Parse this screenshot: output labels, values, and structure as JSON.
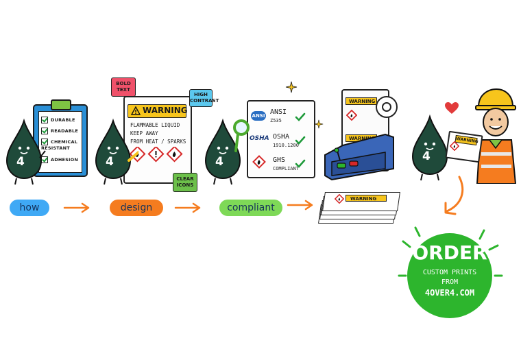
{
  "steps": {
    "how": {
      "label": "how",
      "color": "#3fa9f5"
    },
    "design": {
      "label": "design",
      "color": "#f57c1f"
    },
    "compliant": {
      "label": "compliant",
      "color": "#7ed957"
    }
  },
  "mascot": {
    "number": "4",
    "color": "#1f4a3a"
  },
  "checklist": {
    "items": [
      "DURABLE",
      "READABLE",
      "CHEMICAL RESISTANT",
      "ADHESION"
    ]
  },
  "design_sign": {
    "bold_text_note": "BOLD TEXT",
    "high_contrast_note": "HIGH CONTRAST",
    "clear_icons_note": "CLEAR ICONS",
    "warning_title": "WARNING",
    "body_lines": [
      "FLAMMABLE LIQUID",
      "KEEP AWAY",
      "FROM HEAT / SPARKS"
    ]
  },
  "standards": [
    {
      "badge": "ANSI",
      "name": "ANSI",
      "detail": "Z535"
    },
    {
      "badge": "OSHA",
      "name": "OSHA",
      "detail": "1910.1200"
    },
    {
      "badge": "GHS",
      "name": "GHS",
      "detail": "COMPLIANT"
    }
  ],
  "printer": {
    "roll_label_1": "WARNING",
    "roll_label_2": "WARNING",
    "stack_label": "WARNING"
  },
  "worker": {
    "held_label": "WARNING"
  },
  "order": {
    "title": "ORDER",
    "line1": "CUSTOM PRINTS",
    "line2": "FROM",
    "line3": "4OVER4.COM",
    "color": "#2db52d"
  },
  "colors": {
    "arrow": "#f57c1f",
    "warning_yellow": "#f7c51c",
    "ghs_red": "#d62828",
    "check_green": "#1e9a3a",
    "printer_blue": "#3a66b8"
  }
}
